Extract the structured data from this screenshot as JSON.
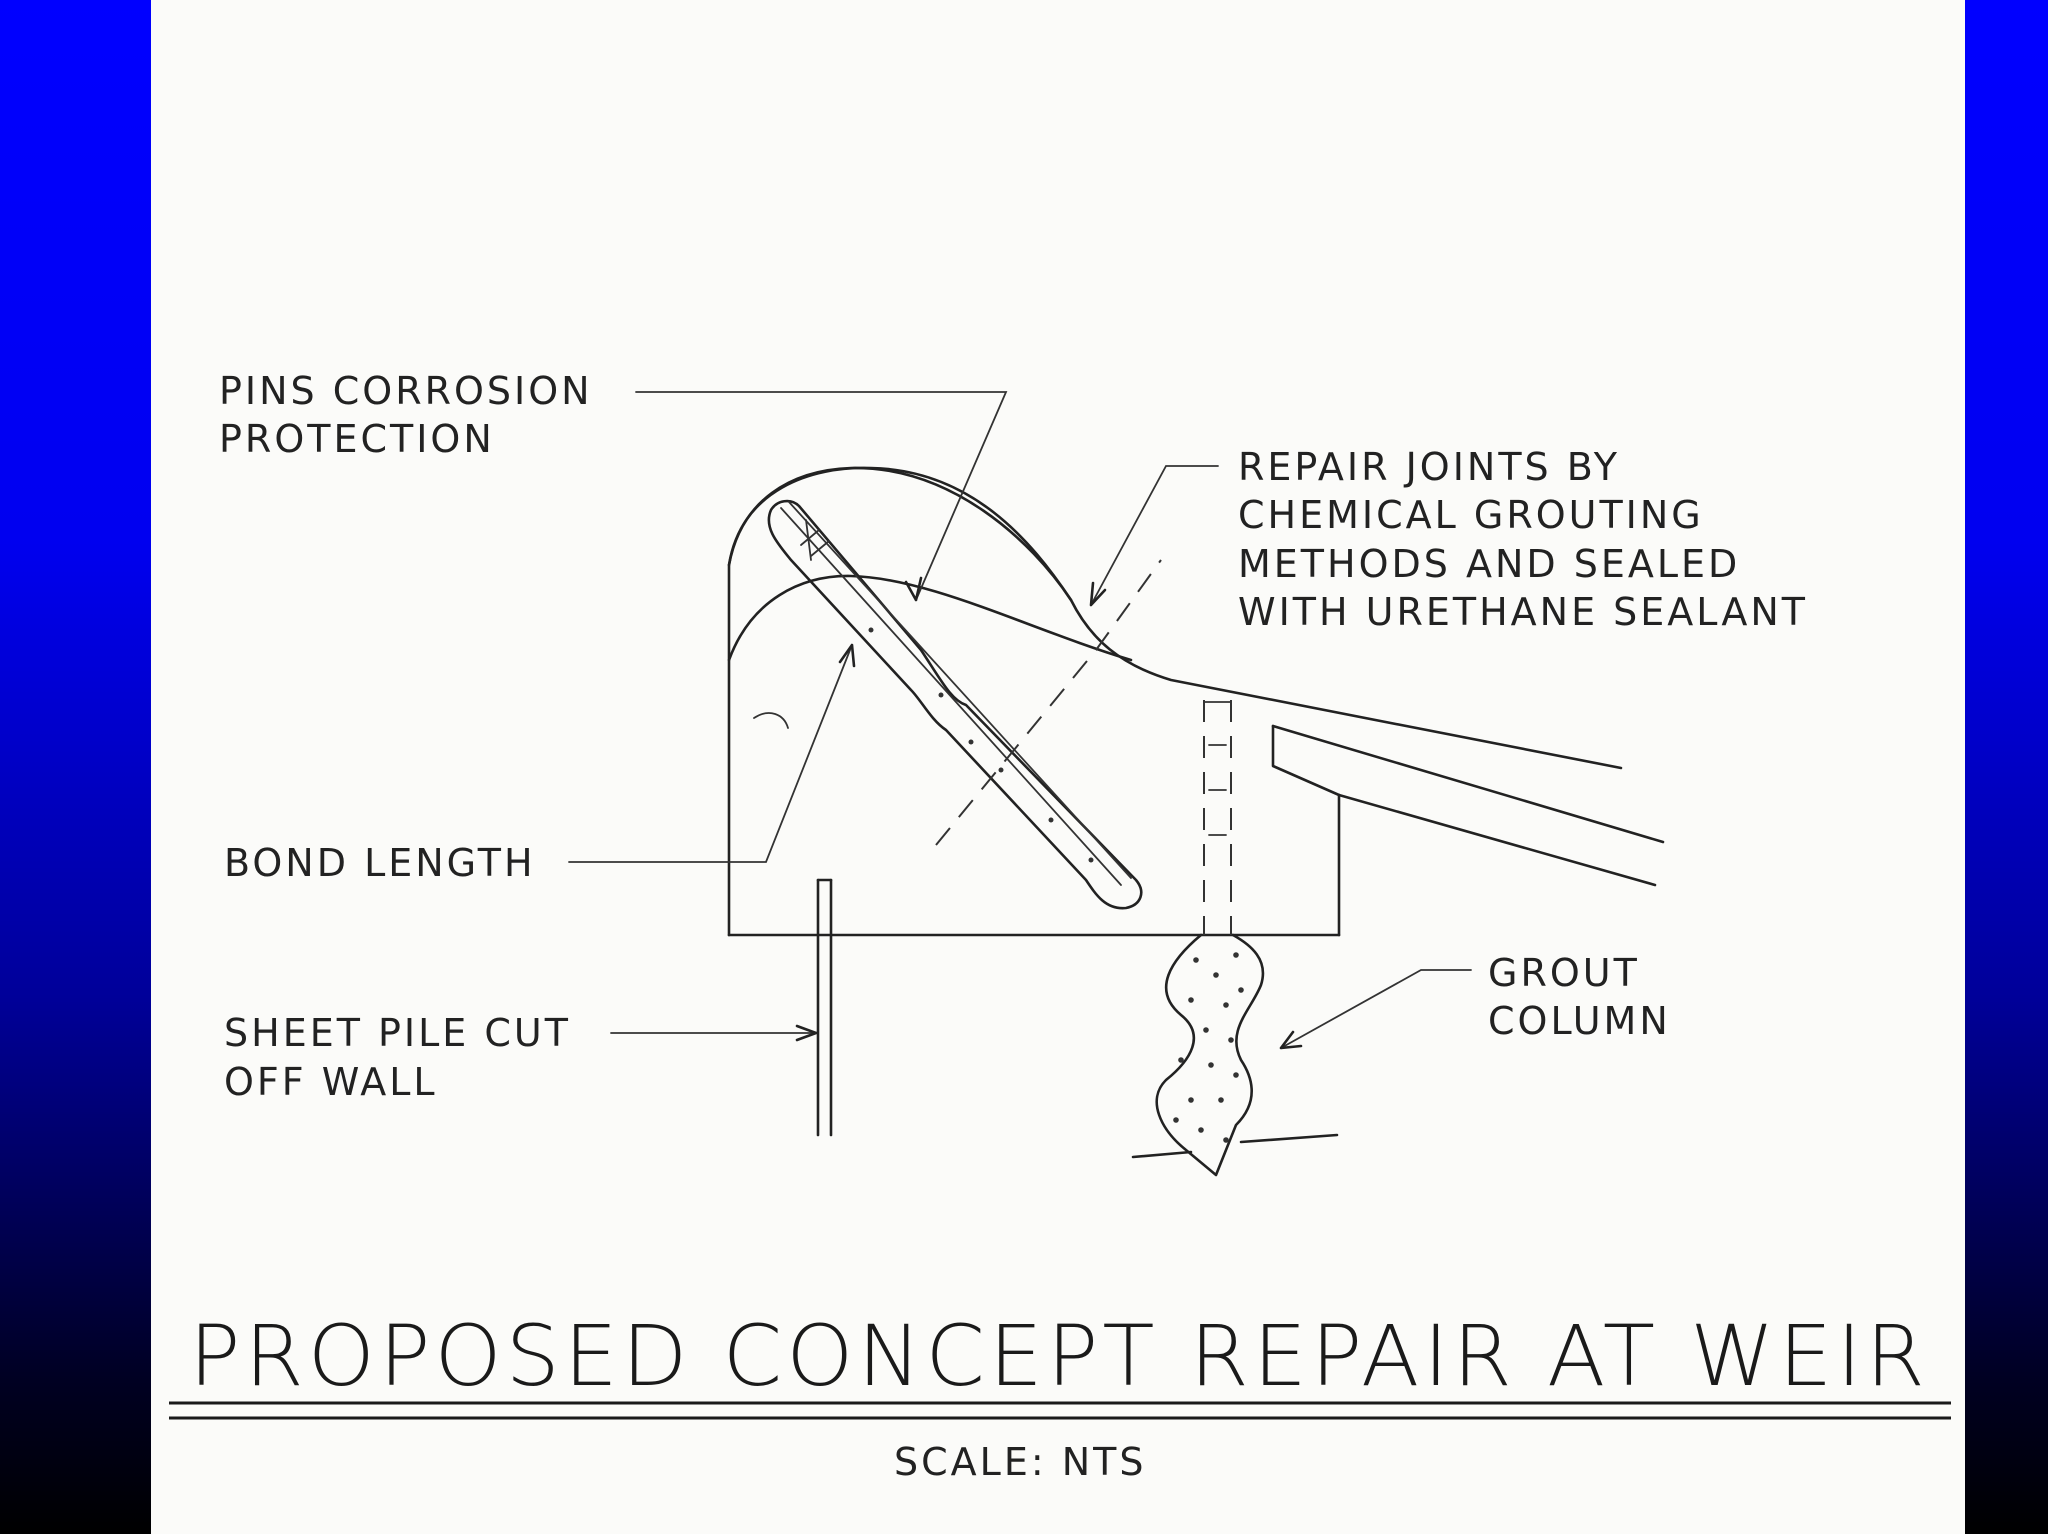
{
  "labels": {
    "pins_line1": "PINS CORROSION",
    "pins_line2": "PROTECTION",
    "repair_line1": "REPAIR JOINTS BY",
    "repair_line2": "CHEMICAL GROUTING",
    "repair_line3": "METHODS AND SEALED",
    "repair_line4": "WITH URETHANE SEALANT",
    "bond_length": "BOND LENGTH",
    "sheet_line1": "SHEET PILE CUT",
    "sheet_line2": "OFF WALL",
    "grout_line1": "GROUT",
    "grout_line2": "COLUMN"
  },
  "title": "PROPOSED CONCEPT REPAIR AT WEIR",
  "scale": "SCALE: NTS",
  "colors": {
    "frame_top": "#0000ff",
    "frame_bottom": "#000000",
    "sheet": "#fbfbf9",
    "ink": "#222222"
  }
}
